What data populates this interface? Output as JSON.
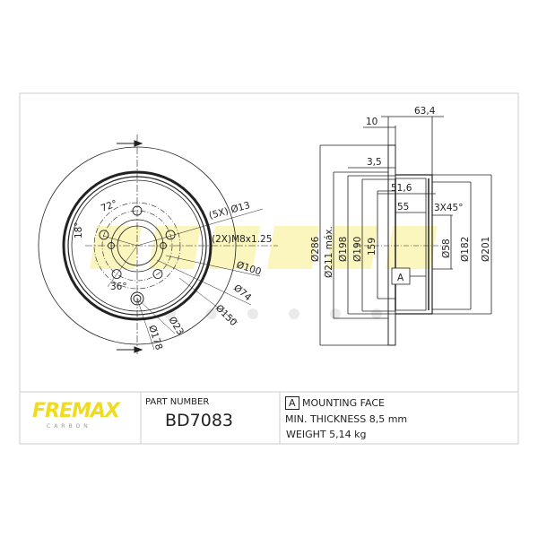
{
  "watermark": {
    "brand": "FREMAX",
    "sub": "C A R B O N"
  },
  "front_view": {
    "labels": {
      "holes": "(5X) Ø13",
      "threads": "(2X)M8x1.25",
      "d100": "Ø100",
      "d74": "Ø74",
      "d150": "Ø150",
      "d23": "Ø23",
      "d178": "Ø178",
      "angle72": "72°",
      "angle18": "18°",
      "angle36": "36°"
    }
  },
  "side_view": {
    "labels": {
      "w634": "63,4",
      "w10": "10",
      "w35": "3,5",
      "w516": "51,6",
      "w55": "55",
      "chamfer": "3X45°",
      "d286": "Ø286",
      "d211": "Ø211 máx.",
      "d198": "Ø198",
      "d190": "Ø190",
      "d159": "159",
      "d58": "Ø58",
      "d182": "Ø182",
      "d201": "Ø201",
      "datum": "A"
    }
  },
  "title_block": {
    "logo": "FREMAX",
    "logo_sub": "CARBON",
    "part_number_label": "PART NUMBER",
    "part_number": "BD7083",
    "datum": "A",
    "mounting_face": "MOUNTING FACE",
    "min_thickness": "MIN. THICKNESS 8,5 mm",
    "weight": "WEIGHT 5,14 kg"
  },
  "colors": {
    "brand_yellow": "#f2e12a",
    "line": "#222222",
    "frame": "#cccccc"
  }
}
